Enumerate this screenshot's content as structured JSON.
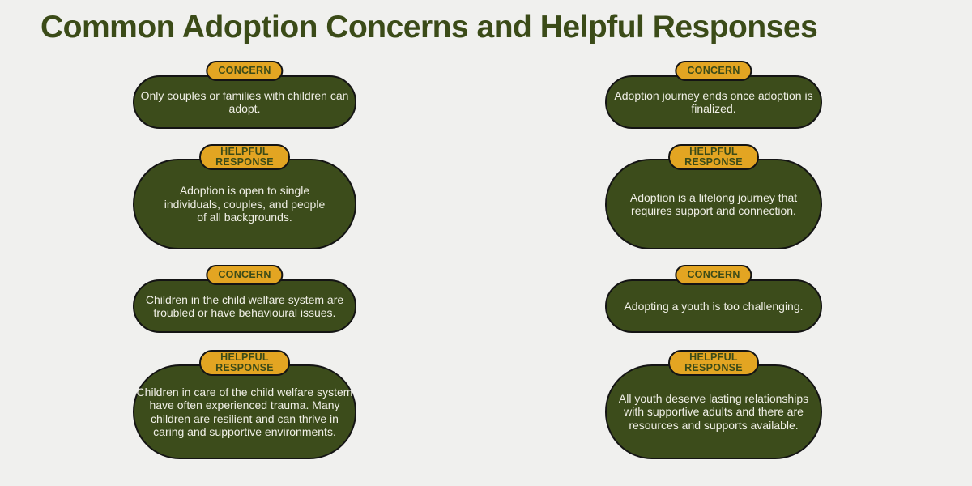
{
  "title": "Common Adoption Concerns and Helpful Responses",
  "colors": {
    "bg": "#f0f0ee",
    "card": "#3c4c1b",
    "gold": "#e3a522",
    "title": "#3b4b18",
    "text": "#f0efe6",
    "border": "#141414"
  },
  "columns": {
    "left": [
      {
        "badge": "CONCERN",
        "text": "Only couples or families with children can adopt."
      },
      {
        "badge": "HELPFUL RESPONSE",
        "text": "Adoption is open to single individuals, couples, and people of all backgrounds."
      },
      {
        "badge": "CONCERN",
        "text": "Children in the child welfare system are troubled or have behavioural issues."
      },
      {
        "badge": "HELPFUL RESPONSE",
        "text": "Children in care of the child welfare system have often experienced trauma. Many children are resilient and can thrive in caring and supportive environments."
      }
    ],
    "right": [
      {
        "badge": "CONCERN",
        "text": "Adoption journey ends once adoption is finalized."
      },
      {
        "badge": "HELPFUL RESPONSE",
        "text": "Adoption is a lifelong journey that requires support and connection."
      },
      {
        "badge": "CONCERN",
        "text": "Adopting a youth is too challenging."
      },
      {
        "badge": "HELPFUL RESPONSE",
        "text": "All youth deserve lasting relationships with supportive adults and there are resources and supports available."
      }
    ]
  }
}
